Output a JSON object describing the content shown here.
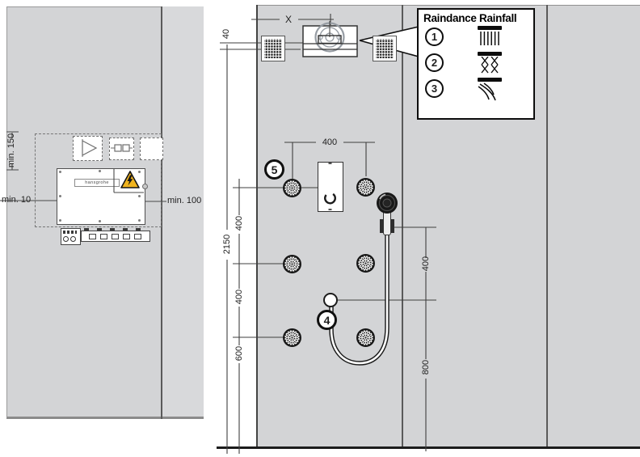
{
  "diagram": {
    "left_panel": {
      "labels": {
        "min_top": "min. 150",
        "min_left": "min. 10",
        "min_right": "min. 100"
      },
      "control_unit_label": "hansgrohe",
      "warning_icon": "electrical-hazard-triangle-icon"
    },
    "right_panel": {
      "dims": {
        "x": "X",
        "top_offset": "40",
        "total_height": "2150",
        "jet_spacing_horizontal": "400",
        "row1_to_row2": "400",
        "row2_to_row3": "400",
        "row3_to_floor": "600",
        "handshower_to_outlet": "400",
        "outlet_to_floor": "800"
      },
      "badges": {
        "body_jets": "5",
        "hose_outlet": "4"
      }
    },
    "legend": {
      "title": "Raindance Rainfall",
      "items": [
        {
          "number": "1",
          "icon": "rain-spray-icon"
        },
        {
          "number": "2",
          "icon": "whirl-spray-icon"
        },
        {
          "number": "3",
          "icon": "rainflow-spray-icon"
        }
      ]
    },
    "colors": {
      "wall_gray": "#d3d4d6",
      "line_dark": "#3f3f3f",
      "warning_yellow": "#f0b41e",
      "ink_black": "#101010"
    }
  }
}
